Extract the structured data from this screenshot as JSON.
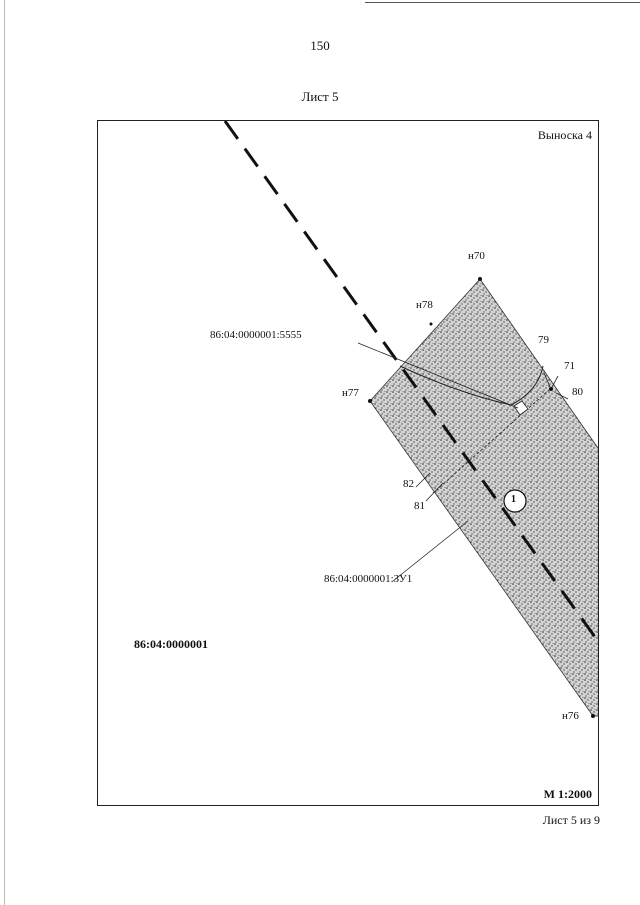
{
  "header": {
    "page_number": "150",
    "sheet_title": "Лист 5"
  },
  "map": {
    "callout_label": "Выноска 4",
    "scale": "М 1:2000",
    "block_number": "86:04:0000001",
    "parcel_existing": "86:04:0000001:5555",
    "parcel_new": "86:04:0000001:ЗУ1",
    "parcel_marker": "1",
    "points": {
      "n70": "н70",
      "n78": "н78",
      "n77": "н77",
      "n76": "н76",
      "p79": "79",
      "p71": "71",
      "p80": "80",
      "p82": "82",
      "p81": "81"
    }
  },
  "footer": {
    "sheet_count": "Лист 5 из 9"
  }
}
